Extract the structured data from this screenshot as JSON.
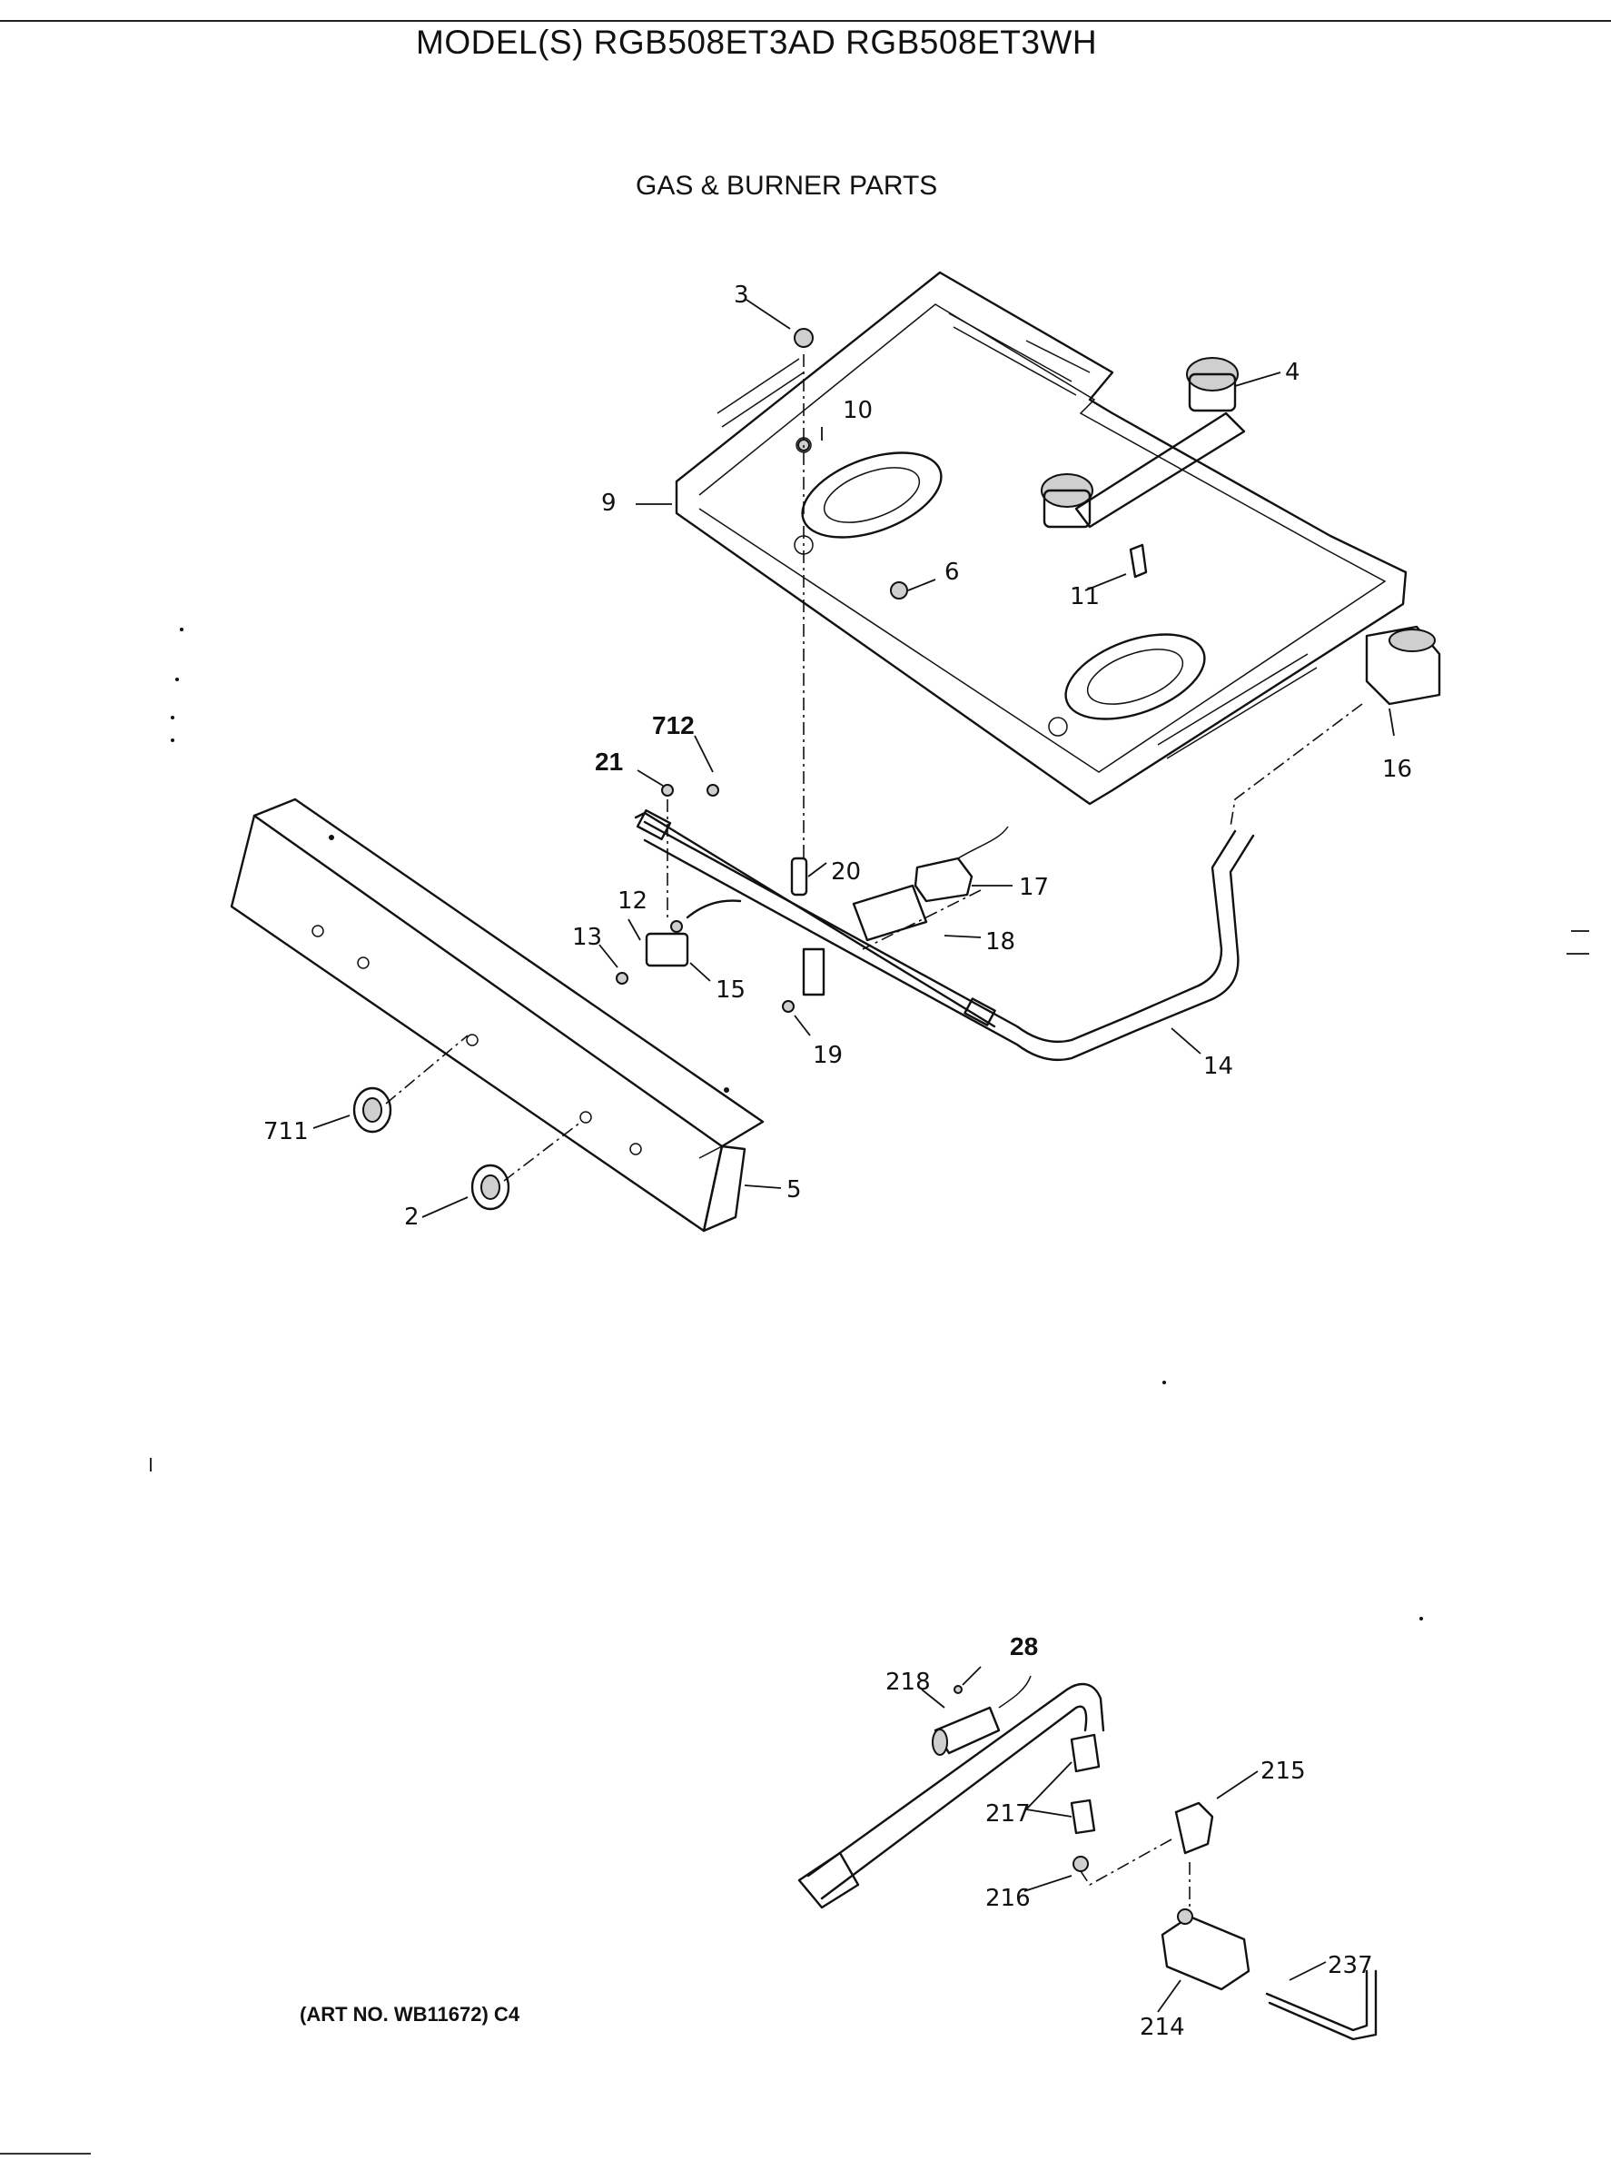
{
  "header": {
    "model_title": "MODEL(S) RGB508ET3AD  RGB508ET3WH",
    "section_title": "GAS & BURNER PARTS"
  },
  "callouts": {
    "p3": "3",
    "p4": "4",
    "p10": "10",
    "p9": "9",
    "p6": "6",
    "p11": "11",
    "p16": "16",
    "p712": "712",
    "p21": "21",
    "p20": "20",
    "p17": "17",
    "p12": "12",
    "p13": "13",
    "p15": "15",
    "p18": "18",
    "p19": "19",
    "p14": "14",
    "p711": "711",
    "p5": "5",
    "p2": "2",
    "p28": "28",
    "p218": "218",
    "p215": "215",
    "p217": "217",
    "p216": "216",
    "p237": "237",
    "p214": "214"
  },
  "footer": {
    "art_no": "(ART NO. WB11672) C4"
  }
}
